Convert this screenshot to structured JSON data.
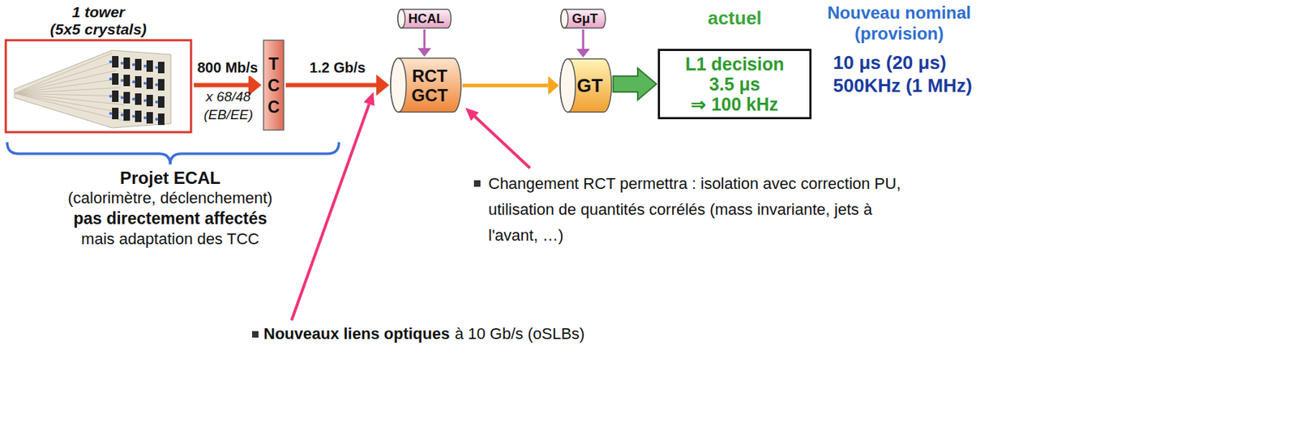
{
  "diagram": {
    "nodes": [
      {
        "text": [
          "1 tower",
          "(5x5 crystals)"
        ]
      },
      {
        "text": [
          "T C C"
        ]
      },
      {
        "text": [
          "HCAL"
        ]
      },
      {
        "text": [
          "RCT GCT"
        ]
      },
      {
        "text": [
          "GμT"
        ]
      },
      {
        "text": [
          "GT"
        ]
      },
      {
        "text": [
          "actuel",
          "L1 decision",
          "3.5 μs",
          "⇒ 100 kHz"
        ]
      }
    ],
    "edges": [
      {
        "from": 0,
        "to": 1,
        "label": "800 Mb/s",
        "arrow": "to"
      },
      {
        "from": 1,
        "to": 3,
        "label": "1.2 Gb/s",
        "arrow": "to"
      },
      {
        "from": 2,
        "to": 3,
        "arrow": "to"
      },
      {
        "from": 3,
        "to": 5,
        "arrow": "to"
      },
      {
        "from": 4,
        "to": 5,
        "arrow": "to"
      },
      {
        "from": 5,
        "to": 6,
        "arrow": "to"
      }
    ],
    "labels": [
      "Nouveau nominal",
      "(provision)",
      "10 μs (20 μs)",
      "500KHz (1 MHz)",
      "x 68/48",
      "(EB/EE)",
      "Projet ECAL",
      "(calorimètre, déclenchement)",
      "pas directement affectés",
      "mais adaptation des TCC",
      "Changement RCT permettra : isolation avec correction PU, utilisation de quantités corrélés (mass invariante, jets à l'avant, …)",
      "Nouveaux liens optiques",
      "à 10 Gb/s (oSLBs)"
    ]
  }
}
